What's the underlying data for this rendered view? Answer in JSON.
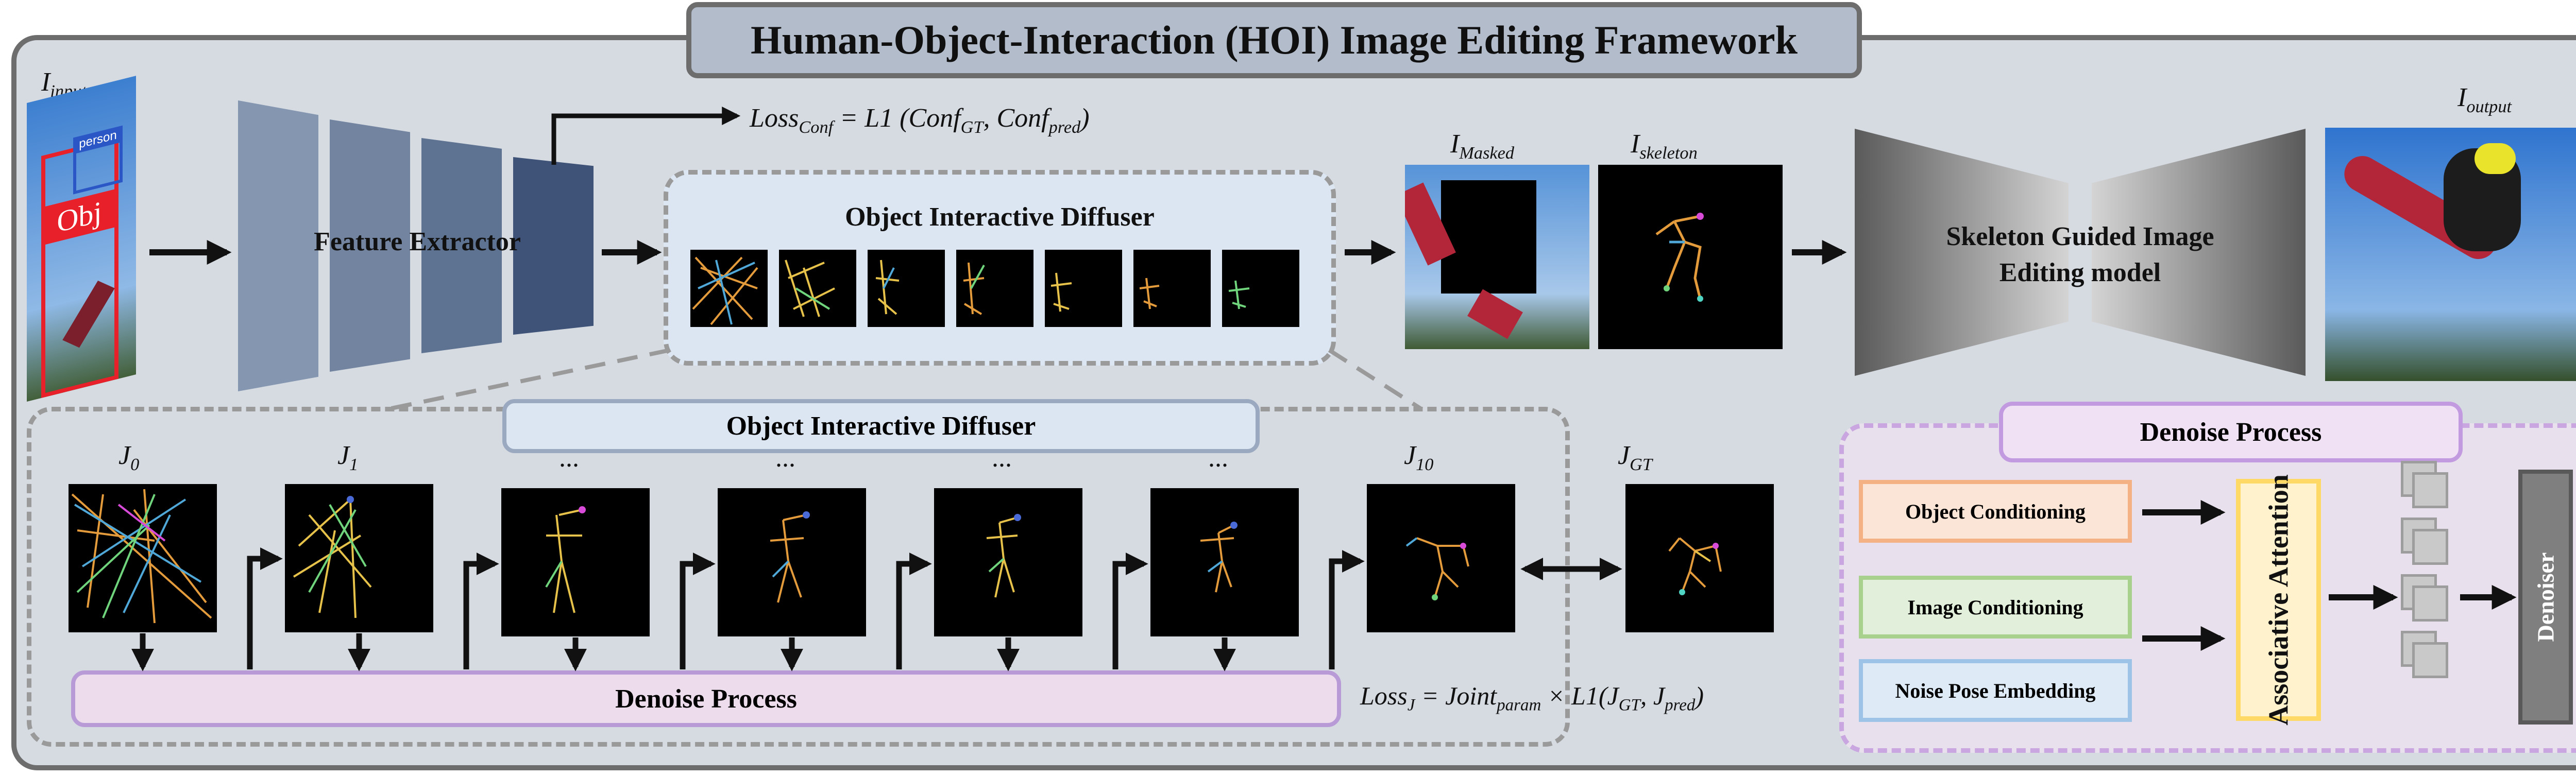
{
  "title": "Human-Object-Interaction (HOI) Image Editing Framework",
  "labels": {
    "input": {
      "main": "I",
      "sub": "input"
    },
    "output": {
      "main": "I",
      "sub": "output"
    },
    "masked": {
      "main": "I",
      "sub": "Masked"
    },
    "skeleton": {
      "main": "I",
      "sub": "skeleton"
    },
    "j0": {
      "main": "J",
      "sub": "0"
    },
    "j1": {
      "main": "J",
      "sub": "1"
    },
    "j10": {
      "main": "J",
      "sub": "10"
    },
    "jgt": {
      "main": "J",
      "sub": "GT"
    },
    "ellipsis": "..."
  },
  "input_image": {
    "tag_person": "person",
    "tag_obj": "Obj"
  },
  "feature_extractor": "Feature Extractor",
  "loss_conf": {
    "lhs": "Loss",
    "lhs_sub": "Conf",
    "rhs": "= L1 (Conf",
    "gt_sub": "GT",
    "mid": ", Conf",
    "pred_sub": "pred",
    "end": ")"
  },
  "oid_top_label": "Object Interactive Diffuser",
  "oid_bottom_label": "Object Interactive Diffuser",
  "skeleton_model": {
    "line1": "Skeleton Guided Image",
    "line2": "Editing model"
  },
  "denoise_bar": "Denoise Process",
  "loss_j": {
    "lhs": "Loss",
    "lhs_sub": "J",
    "eq": "= Joint",
    "param_sub": "param",
    "mid": "× L1(J",
    "gt_sub": "GT",
    "comma": ", J",
    "pred_sub": "pred",
    "end": ")"
  },
  "denoise_panel": {
    "title": "Denoise Process",
    "object_cond": "Object Conditioning",
    "image_cond": "Image Conditioning",
    "noise_pose": "Noise Pose Embedding",
    "assoc": "Associative Attention",
    "denoiser": "Denoiser"
  },
  "colors": {
    "frame_bg": "#d6dbe2",
    "frame_border": "#6d6d6d",
    "title_bg": "#b3bccb",
    "oid_bg": "#dce6f2",
    "denoise_bar_bg": "#ecdcec",
    "denoise_bar_border": "#b79ad6",
    "object_cond_border": "#f4b183",
    "image_cond_border": "#a9d18e",
    "noise_pose_border": "#9dc3e6",
    "assoc_bg": "#fff2cc",
    "assoc_border": "#ffd966",
    "denoiser_bg": "#7f7f7f"
  }
}
